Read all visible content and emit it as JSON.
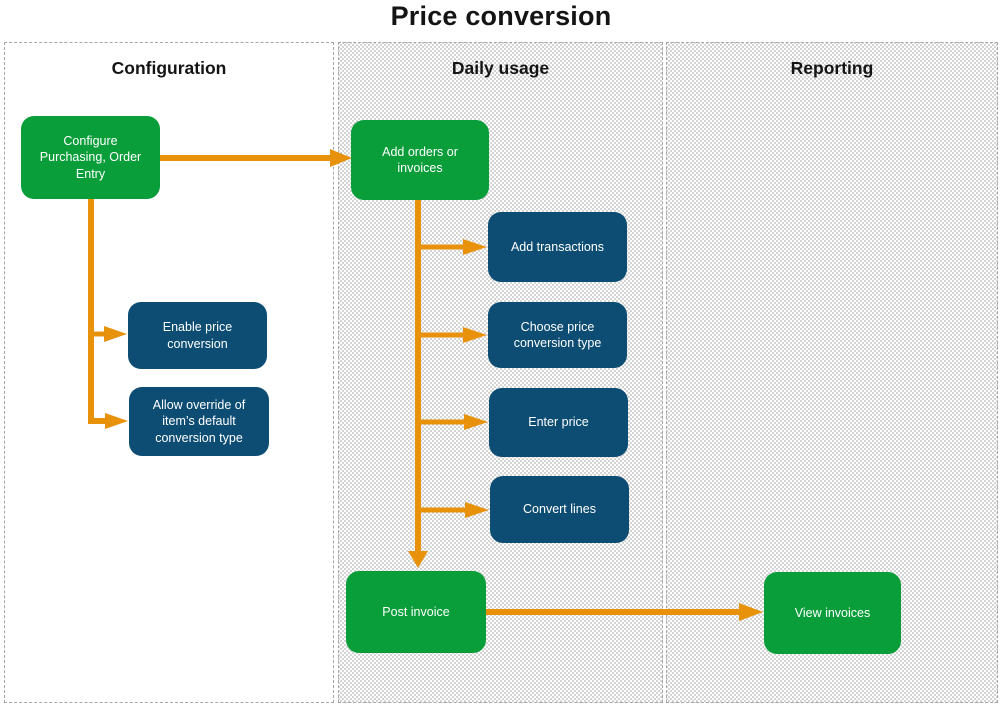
{
  "diagram": {
    "title": "Price conversion",
    "type": "swimlane-flowchart",
    "lanes": [
      {
        "label": "Configuration"
      },
      {
        "label": "Daily usage"
      },
      {
        "label": "Reporting"
      }
    ],
    "nodes": [
      {
        "label": "Configure Purchasing, Order Entry",
        "style": "green",
        "lane": "Configuration"
      },
      {
        "label": "Enable price conversion",
        "style": "blue",
        "lane": "Configuration"
      },
      {
        "label": "Allow override of item’s default conversion type",
        "style": "blue",
        "lane": "Configuration"
      },
      {
        "label": "Add orders or invoices",
        "style": "green",
        "lane": "Daily usage"
      },
      {
        "label": "Add transactions",
        "style": "blue",
        "lane": "Daily usage"
      },
      {
        "label": "Choose price conversion type",
        "style": "blue",
        "lane": "Daily usage"
      },
      {
        "label": "Enter price",
        "style": "blue",
        "lane": "Daily usage"
      },
      {
        "label": "Convert lines",
        "style": "blue",
        "lane": "Daily usage"
      },
      {
        "label": "Post invoice",
        "style": "green",
        "lane": "Daily usage"
      },
      {
        "label": "View invoices",
        "style": "green",
        "lane": "Reporting"
      }
    ],
    "edges": [
      {
        "from": "Configure Purchasing, Order Entry",
        "to": "Add orders or invoices"
      },
      {
        "from": "Configure Purchasing, Order Entry",
        "to": "Enable price conversion"
      },
      {
        "from": "Configure Purchasing, Order Entry",
        "to": "Allow override of item’s default conversion type"
      },
      {
        "from": "Add orders or invoices",
        "to": "Add transactions"
      },
      {
        "from": "Add orders or invoices",
        "to": "Choose price conversion type"
      },
      {
        "from": "Add orders or invoices",
        "to": "Enter price"
      },
      {
        "from": "Add orders or invoices",
        "to": "Convert lines"
      },
      {
        "from": "Add orders or invoices",
        "to": "Post invoice"
      },
      {
        "from": "Post invoice",
        "to": "View invoices"
      }
    ],
    "colors": {
      "green": "#0a9e3b",
      "blue": "#0d4d73",
      "arrow": "#e8920c",
      "heading": "#141414",
      "node_text": "#ffffff",
      "lane_border": "#a6a6a6",
      "lane_dots": "#c9c9c9"
    }
  }
}
